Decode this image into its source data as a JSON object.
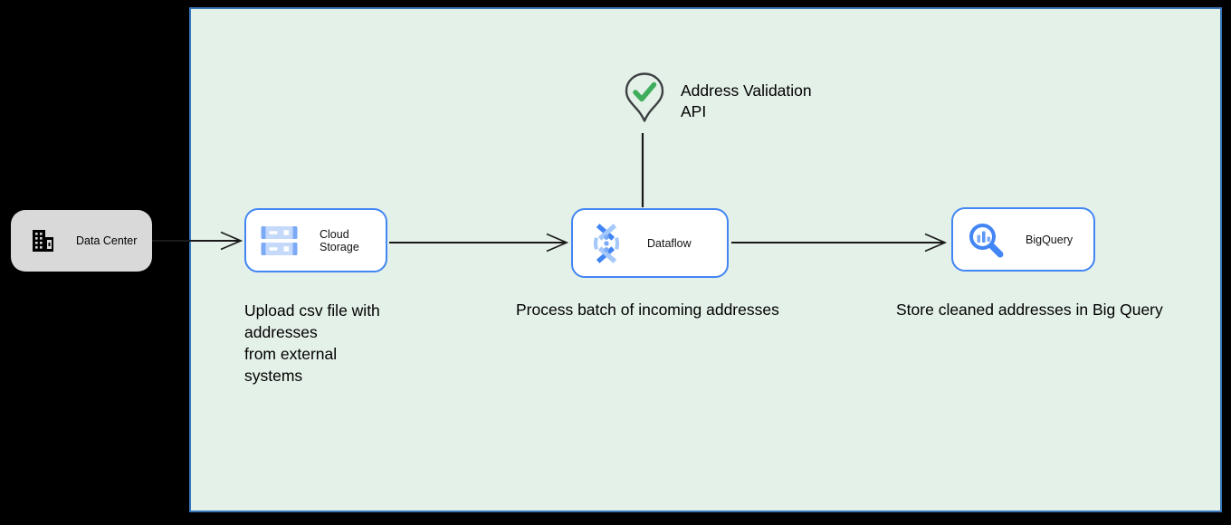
{
  "diagram": {
    "type": "cloud-architecture-flow",
    "external_node": {
      "label": "Data Center"
    },
    "nodes": [
      {
        "label": "Cloud Storage",
        "icon": "cloud-storage-icon",
        "caption": "Upload csv file with\naddresses\nfrom external\nsystems"
      },
      {
        "label": "Dataflow",
        "icon": "dataflow-icon",
        "caption": "Process batch of incoming addresses"
      },
      {
        "label": "BigQuery",
        "icon": "bigquery-icon",
        "caption": "Store cleaned addresses in Big Query"
      }
    ],
    "api_marker": {
      "label": "Address Validation\nAPI",
      "icon": "map-pin-check-icon"
    },
    "edges": [
      {
        "from": "Data Center",
        "to": "Cloud Storage",
        "style": "open-arrow"
      },
      {
        "from": "Cloud Storage",
        "to": "Dataflow",
        "style": "open-arrow"
      },
      {
        "from": "Dataflow",
        "to": "BigQuery",
        "style": "open-arrow"
      },
      {
        "from": "Address Validation API",
        "to": "Dataflow",
        "style": "plain-line"
      }
    ],
    "colors": {
      "canvas_background": "#000000",
      "container_fill": "#e4f1e8",
      "container_border": "#3878ba",
      "node_border": "#4285f4",
      "node_fill": "#ffffff",
      "external_node_fill": "#d9d9d9",
      "arrow": "#1a1a1a",
      "pin_outline": "#3c4043",
      "check_green": "#3fae5c",
      "icon_blue_dark": "#4285f4",
      "icon_blue_light": "#a5c8fb"
    }
  }
}
